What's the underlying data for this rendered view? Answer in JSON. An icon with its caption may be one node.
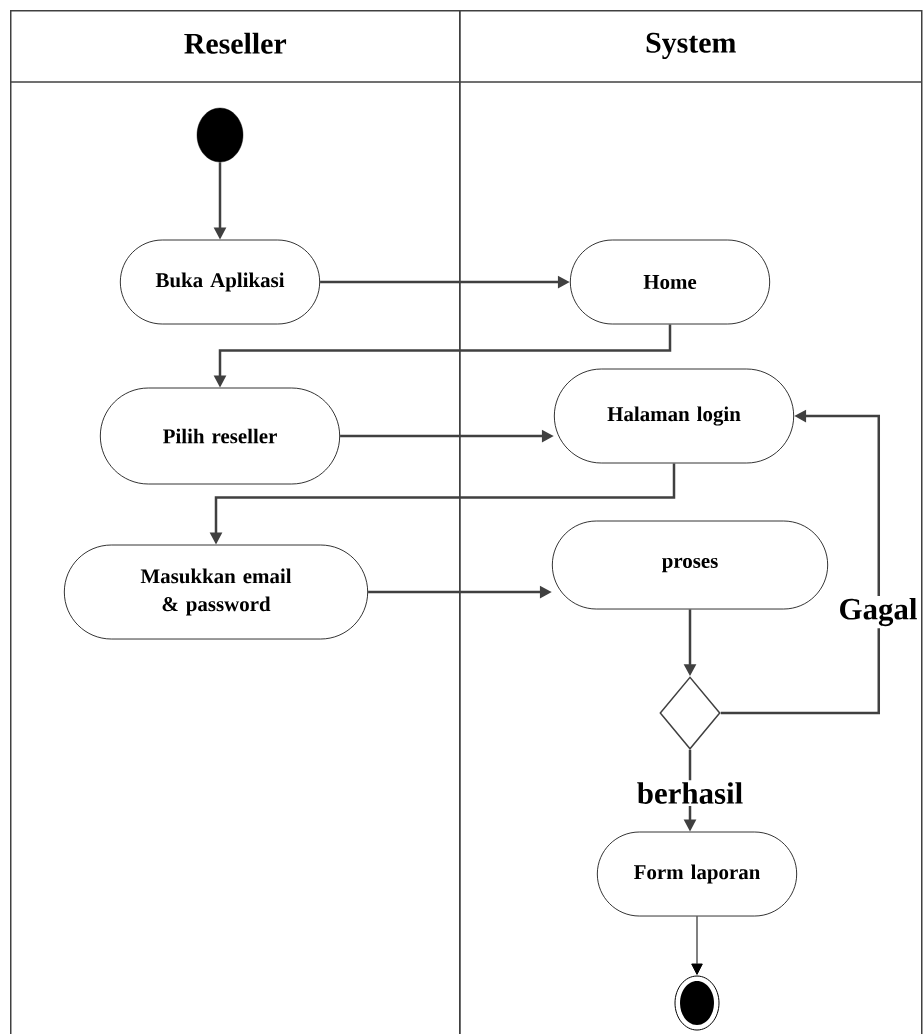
{
  "diagram": {
    "nodes": [
      {
        "text": [
          "Reseller"
        ]
      },
      {
        "text": [
          "System"
        ]
      },
      {
        "text": [],
        "shape": "circle",
        "in": 0
      },
      {
        "text": [
          "Buka Aplikasi"
        ],
        "in": 0
      },
      {
        "text": [
          "Home"
        ],
        "in": 1
      },
      {
        "text": [
          "Pilih reseller"
        ],
        "in": 0
      },
      {
        "text": [
          "Halaman login"
        ],
        "in": 1
      },
      {
        "text": [
          "Masukkan email & password"
        ],
        "in": 0
      },
      {
        "text": [
          "proses"
        ],
        "in": 1
      },
      {
        "text": [],
        "shape": "diamond",
        "in": 1
      },
      {
        "text": [
          "Form laporan"
        ],
        "in": 1
      },
      {
        "text": [],
        "shape": "circle",
        "in": 1
      }
    ],
    "edges": [
      {
        "from": 2,
        "to": 3,
        "arrow": "to"
      },
      {
        "from": 3,
        "to": 4,
        "arrow": "to"
      },
      {
        "from": 4,
        "to": 5,
        "arrow": "to"
      },
      {
        "from": 5,
        "to": 6,
        "arrow": "to"
      },
      {
        "from": 6,
        "to": 7,
        "arrow": "to"
      },
      {
        "from": 7,
        "to": 8,
        "arrow": "to"
      },
      {
        "from": 8,
        "to": 9,
        "arrow": "to"
      },
      {
        "from": 9,
        "to": 6,
        "arrow": "to",
        "label": "Gagal"
      },
      {
        "from": 9,
        "to": 10,
        "arrow": "to",
        "label": "berhasil"
      },
      {
        "from": 10,
        "to": 11,
        "arrow": "to",
        "color": "#000000"
      }
    ]
  }
}
